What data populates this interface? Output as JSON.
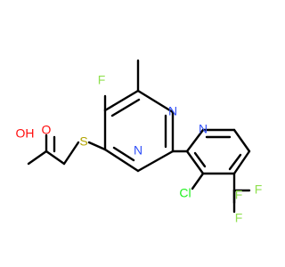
{
  "molecule": {
    "atoms": {
      "oxygen_carbonyl": "O",
      "oxygen_hydroxyl": "OH",
      "sulfur": "S",
      "fluorine_ring": "F",
      "nitrogen_pyrimidine_upper": "N",
      "nitrogen_pyrimidine_lower": "N",
      "nitrogen_pyridine": "N",
      "chlorine": "Cl",
      "fluorine_cf3_top": "F",
      "fluorine_cf3_right": "F",
      "fluorine_cf3_bottom": "F"
    },
    "colors": {
      "bond": "#000000",
      "oxygen": "#ff0d0d",
      "sulfur": "#b2a400",
      "fluorine": "#90e050",
      "nitrogen": "#3050f8",
      "chlorine": "#1ff01f"
    }
  }
}
